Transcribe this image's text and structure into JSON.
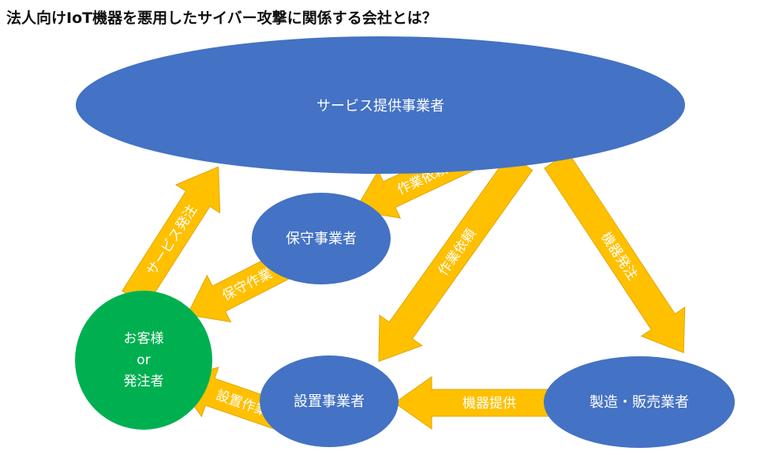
{
  "title": "法人向けIoT機器を悪用したサイバー攻撃に関係する会社とは？",
  "colors": {
    "node_blue": "#4472C4",
    "node_green": "#00B050",
    "arrow_fill": "#FFC000",
    "arrow_stroke": "#E3A600",
    "text_on_shape": "#FFFFFF"
  },
  "nodes": {
    "service": {
      "label": "サービス提供事業者"
    },
    "maintenance": {
      "label": "保守事業者"
    },
    "customer": {
      "lines": [
        "お客様",
        "or",
        "発注者"
      ]
    },
    "installer": {
      "label": "設置事業者"
    },
    "manufacturer": {
      "label": "製造・販売業者"
    }
  },
  "arrows": {
    "service_order": "サービス発注",
    "maintenance_request": "作業依頼",
    "maintenance_work": "保守作業",
    "install_request": "作業依頼",
    "device_order": "機器発注",
    "device_supply": "機器提供",
    "install_work": "設置作業"
  }
}
